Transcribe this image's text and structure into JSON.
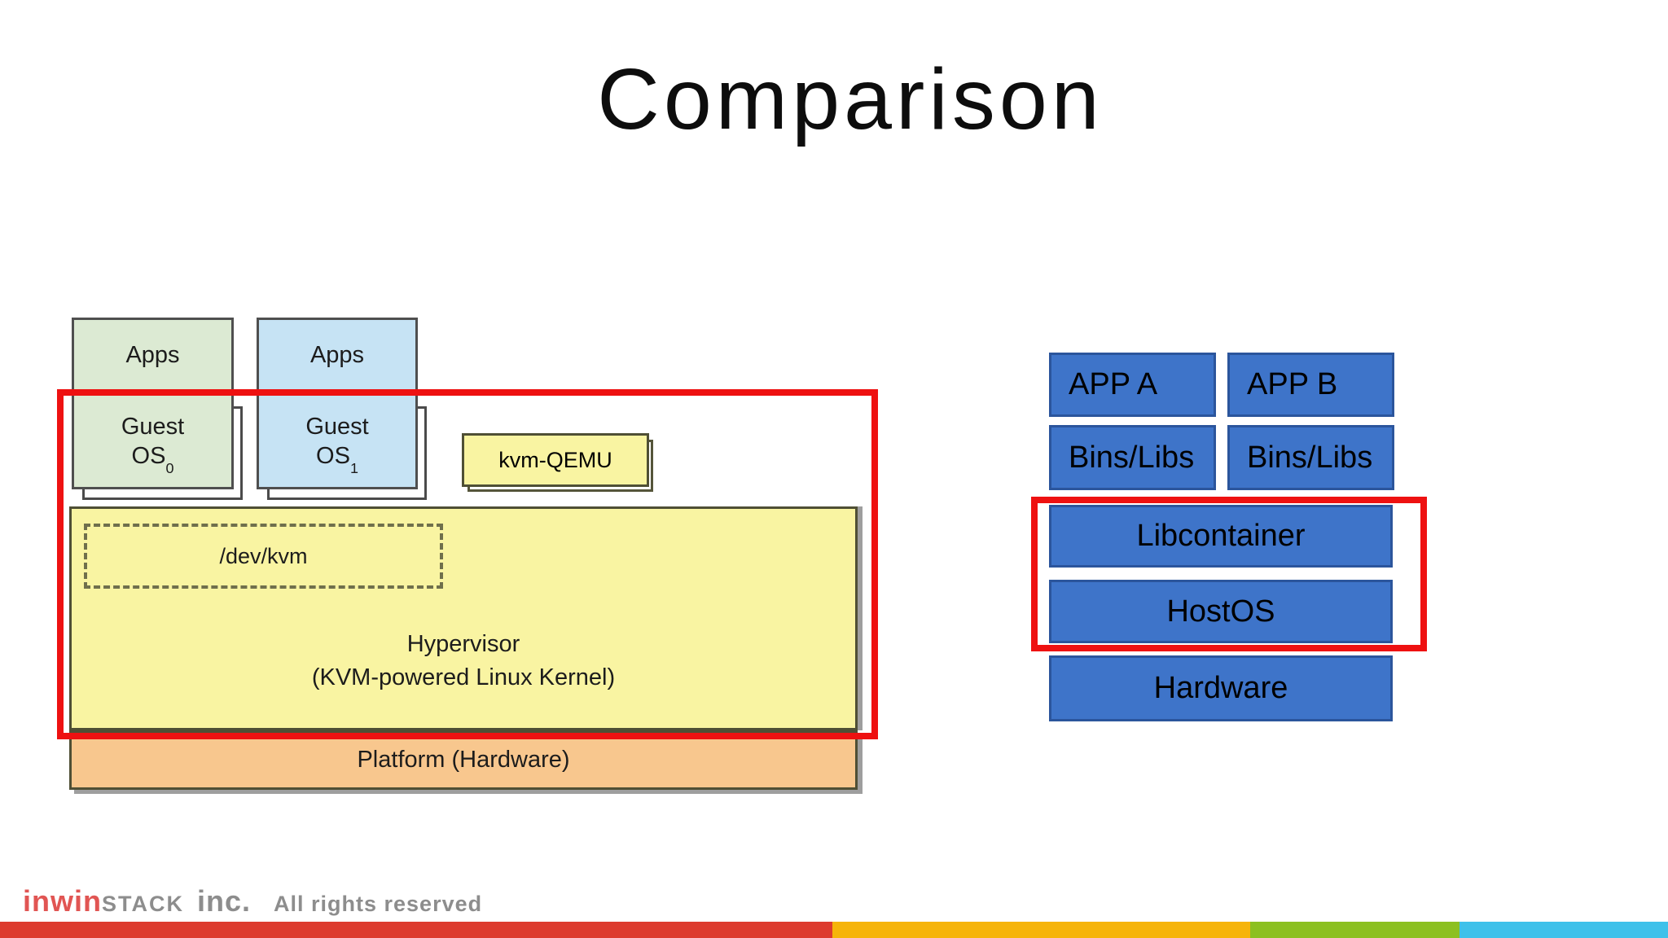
{
  "slide": {
    "title": "Comparison"
  },
  "kvm": {
    "apps_green": "Apps",
    "apps_blue": "Apps",
    "guest0_line1": "Guest",
    "guest0_base": "OS",
    "guest0_sub": "0",
    "guest1_line1": "Guest",
    "guest1_base": "OS",
    "guest1_sub": "1",
    "kvm_qemu": "kvm-QEMU",
    "dev_kvm": "/dev/kvm",
    "hypervisor_line1": "Hypervisor",
    "hypervisor_line2": "(KVM-powered Linux Kernel)",
    "platform": "Platform (Hardware)"
  },
  "containers": {
    "app_a": "APP A",
    "app_b": "APP B",
    "bins_libs_left": "Bins/Libs",
    "bins_libs_right": "Bins/Libs",
    "libcontainer": "Libcontainer",
    "hostos": "HostOS",
    "hardware": "Hardware"
  },
  "footer": {
    "logo_inwin": "inwin",
    "logo_stack": "STACK",
    "logo_inc": "inc.",
    "rights_text": "All rights reserved"
  },
  "theme": {
    "green_fill": "#dcead3",
    "blue_fill": "#c6e3f4",
    "box_border": "#4f4f4f",
    "yellow_fill": "#f9f4a2",
    "yellow_border": "#4f4f35",
    "dash_border": "#6f6f4c",
    "orange_fill": "#f8c78e",
    "left_text": "#1c1c1c",
    "container_blue": "#3e74c9",
    "container_border": "#2b559c",
    "highlight_red": "#ee1111",
    "logo_red": "#e15553",
    "logo_gray": "#8d8d8d",
    "stripe_red": "#dd3b2e",
    "stripe_amber": "#f6b40a",
    "stripe_green": "#8cc021",
    "stripe_blue": "#3ec1ea"
  }
}
